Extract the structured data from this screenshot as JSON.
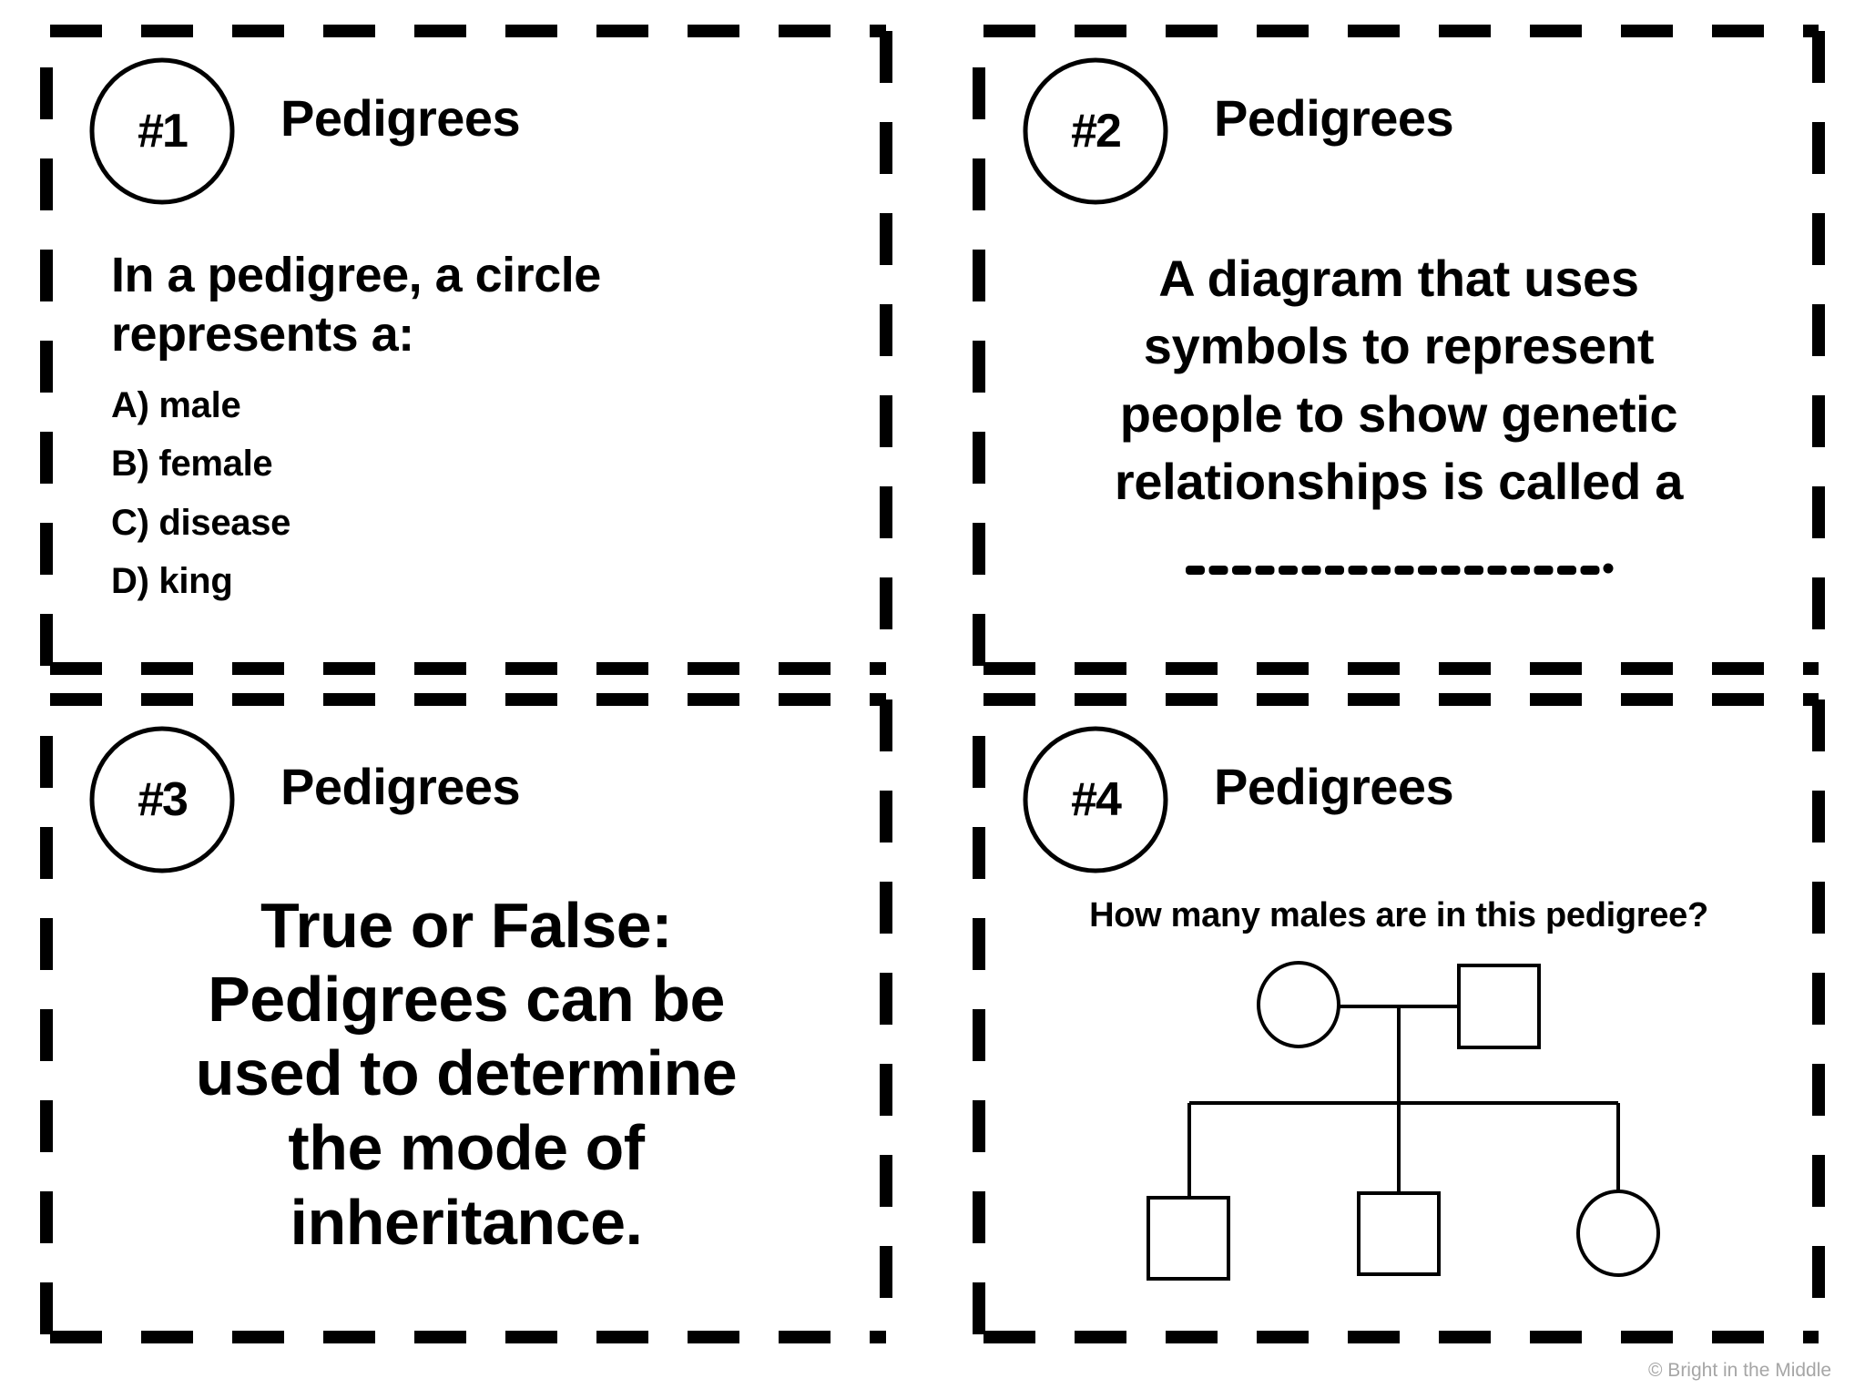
{
  "theme": {
    "ink": "#000000",
    "paper": "#ffffff",
    "footer_color": "#a6a6a6"
  },
  "cards": [
    {
      "number": "#1",
      "topic": "Pedigrees",
      "question_lines": [
        "In a pedigree, a circle",
        "represents a:"
      ],
      "options": [
        "A) male",
        "B) female",
        "C) disease",
        "D) king"
      ]
    },
    {
      "number": "#2",
      "topic": "Pedigrees",
      "question_lines": [
        "A diagram that uses",
        "symbols to represent",
        "people to show genetic",
        "relationships is called a"
      ],
      "blank": "__________________."
    },
    {
      "number": "#3",
      "topic": "Pedigrees",
      "question_lines": [
        "True or False:",
        "Pedigrees can be",
        "used to determine",
        "the mode of",
        "inheritance."
      ]
    },
    {
      "number": "#4",
      "topic": "Pedigrees",
      "question": "How many males are in this pedigree?",
      "pedigree": {
        "parents": [
          {
            "symbol": "circle",
            "sex": "female"
          },
          {
            "symbol": "square",
            "sex": "male"
          }
        ],
        "children": [
          {
            "symbol": "square",
            "sex": "male"
          },
          {
            "symbol": "square",
            "sex": "male"
          },
          {
            "symbol": "circle",
            "sex": "female"
          }
        ]
      }
    }
  ],
  "footer": {
    "copyright": "© Bright in the Middle"
  }
}
